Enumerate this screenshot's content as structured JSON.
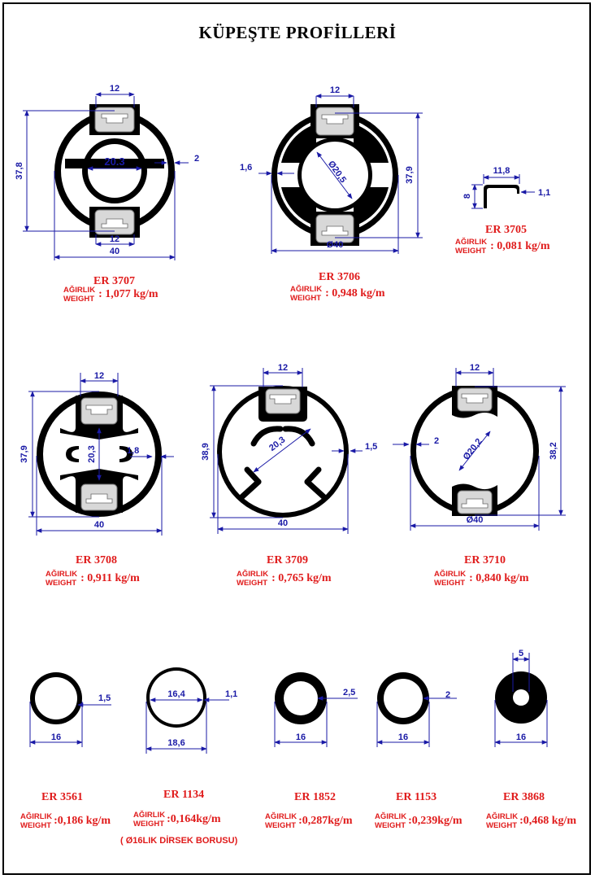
{
  "title": "KÜPEŞTE PROFİLLERİ",
  "colors": {
    "dimension": "#1a1aa6",
    "label": "#e01b1b",
    "profile": "#000000"
  },
  "labels": {
    "weight_tr": "AĞIRLIK",
    "weight_en": "WEIGHT"
  },
  "profiles": [
    {
      "code": "ER 3707",
      "weight": ": 1,077  kg/m",
      "dims": {
        "top": "12",
        "bottom": "12",
        "inner": "20.3",
        "wall": "2",
        "height": "37,8",
        "width": "40"
      }
    },
    {
      "code": "ER 3706",
      "weight": ": 0,948  kg/m",
      "dims": {
        "top": "12",
        "left": "1,6",
        "inner": "Ø20,5",
        "height": "37,9",
        "width": "Ø40"
      }
    },
    {
      "code": "ER 3705",
      "weight": ": 0,081  kg/m",
      "dims": {
        "width": "11,8",
        "height": "8",
        "wall": "1,1"
      }
    },
    {
      "code": "ER 3708",
      "weight": ": 0,911  kg/m",
      "dims": {
        "top": "12",
        "inner": "20,3",
        "wall": "1,8",
        "height": "37,9",
        "width": "40"
      }
    },
    {
      "code": "ER 3709",
      "weight": ": 0,765  kg/m",
      "dims": {
        "top": "12",
        "inner": "20,3",
        "wall": "1,5",
        "height": "38,9",
        "width": "40"
      }
    },
    {
      "code": "ER 3710",
      "weight": ": 0,840  kg/m",
      "dims": {
        "top": "12",
        "inner": "Ø20,2",
        "wall": "2",
        "height": "38,2",
        "width": "Ø40"
      }
    },
    {
      "code": "ER 3561",
      "weight": ":0,186 kg/m",
      "dims": {
        "wall": "1,5",
        "width": "16"
      }
    },
    {
      "code": "ER 1134",
      "weight": ":0,164kg/m",
      "note": "( Ø16LIK DİRSEK BORUSU)",
      "dims": {
        "inner": "16,4",
        "wall": "1,1",
        "width": "18,6"
      }
    },
    {
      "code": "ER 1852",
      "weight": ":0,287kg/m",
      "dims": {
        "wall": "2,5",
        "width": "16"
      }
    },
    {
      "code": "ER 1153",
      "weight": ":0,239kg/m",
      "dims": {
        "wall": "2",
        "width": "16"
      }
    },
    {
      "code": "ER 3868",
      "weight": ":0,468 kg/m",
      "dims": {
        "hole": "5",
        "width": "16"
      }
    }
  ]
}
